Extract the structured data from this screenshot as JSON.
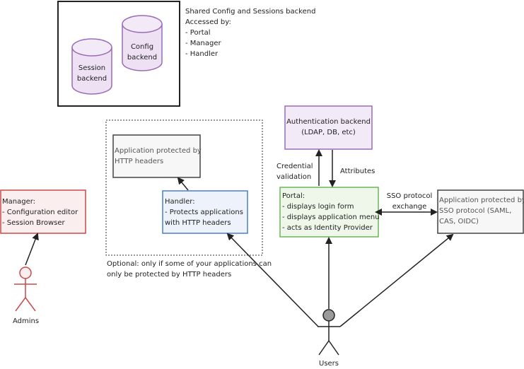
{
  "backend_note": {
    "title": "Shared Config and Sessions backend",
    "accessed_by": "Accessed by:",
    "items": [
      "- Portal",
      "- Manager",
      "- Handler"
    ]
  },
  "session_backend": {
    "line1": "Session",
    "line2": "backend"
  },
  "config_backend": {
    "line1": "Config",
    "line2": "backend"
  },
  "auth_backend": {
    "line1": "Authentication backend",
    "line2": "(LDAP, DB, etc)"
  },
  "app_http": {
    "line1": "Application protected by",
    "line2": "HTTP headers"
  },
  "handler": {
    "line1": "Handler:",
    "line2": "- Protects applications",
    "line3": "with HTTP headers"
  },
  "manager": {
    "line1": "Manager:",
    "line2": "- Configuration editor",
    "line3": "- Session Browser"
  },
  "portal": {
    "line1": "Portal:",
    "line2": "- displays login form",
    "line3": "- displays application menu",
    "line4": "- acts as Identity Provider"
  },
  "app_sso": {
    "line1": "Application protected by",
    "line2": "SSO protocol (SAML,",
    "line3": "CAS, OIDC)"
  },
  "labels": {
    "credential_1": "Credential",
    "credential_2": "validation",
    "attributes": "Attributes",
    "sso_1": "SSO protocol",
    "sso_2": "exchange",
    "optional_1": "Optional: only if some of your applications can",
    "optional_2": "only be protected by HTTP headers"
  },
  "actors": {
    "admins": "Admins",
    "users": "Users"
  },
  "colors": {
    "ink": "#222222",
    "purple": "#9c6bb5",
    "red": "#c94a4a",
    "blue": "#4a7fc9",
    "green": "#6db35a",
    "gray": "#555555"
  }
}
